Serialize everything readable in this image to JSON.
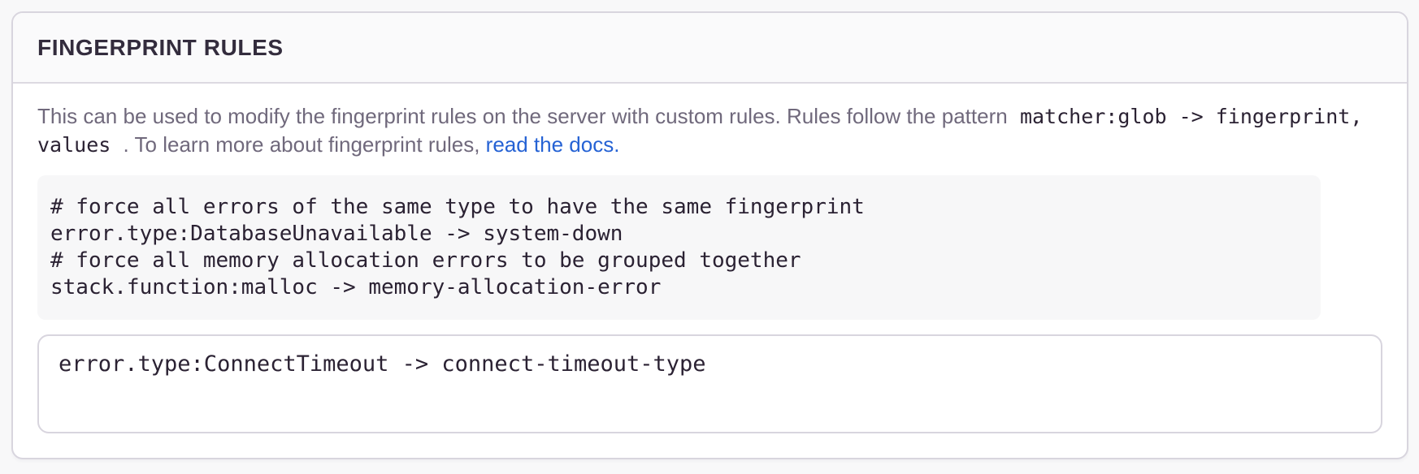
{
  "panel": {
    "title": "FINGERPRINT RULES",
    "description": {
      "text_before_code": "This can be used to modify the fingerprint rules on the server with custom rules. Rules follow the pattern",
      "inline_code": "matcher:glob -> fingerprint, values",
      "text_after_code": ". To learn more about fingerprint rules,",
      "link_label": "read the docs."
    },
    "example_code": "# force all errors of the same type to have the same fingerprint\nerror.type:DatabaseUnavailable -> system-down\n# force all memory allocation errors to be grouped together\nstack.function:malloc -> memory-allocation-error",
    "rules_input": {
      "value": "error.type:ConnectTimeout -> connect-timeout-type"
    },
    "colors": {
      "link": "#2562d4",
      "header_text": "#332c3d",
      "description_text": "#70697c",
      "code_text": "#2b2233",
      "panel_border": "#d8d5de",
      "pre_background": "#f7f7f8",
      "page_background": "#f8f8f9"
    }
  }
}
